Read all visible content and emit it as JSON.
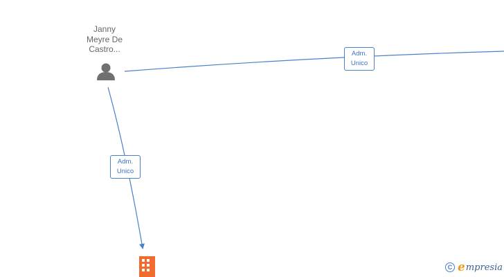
{
  "nodes": {
    "person": {
      "name_lines": [
        "Janny",
        "Meyre De",
        "Castro..."
      ],
      "icon": "person-icon",
      "color": "#707070"
    },
    "company": {
      "icon": "building-icon",
      "color": "#f26a2e"
    }
  },
  "edges": [
    {
      "from": "person",
      "to": "offscreen-right",
      "label_lines": [
        "Adm.",
        "Unico"
      ]
    },
    {
      "from": "person",
      "to": "company",
      "label_lines": [
        "Adm.",
        "Unico"
      ]
    }
  ],
  "colors": {
    "edge": "#4a7fc9",
    "label_text": "#3b73c6",
    "node_text": "#666666"
  },
  "brand": {
    "copyright_symbol": "C",
    "e_letter": "e",
    "rest": "mpresia"
  }
}
